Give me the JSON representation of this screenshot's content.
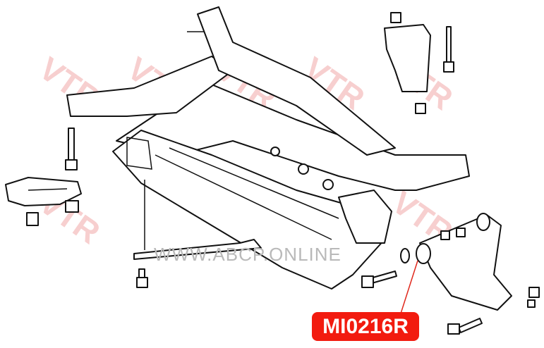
{
  "watermark": "VTR",
  "site_watermark": "WWW.ABCP.ONLINE",
  "part_label": "MI0216R",
  "colors": {
    "label_bg": "#f21b0f",
    "watermark": "#f7cfcf",
    "leader": "#e0281c"
  }
}
